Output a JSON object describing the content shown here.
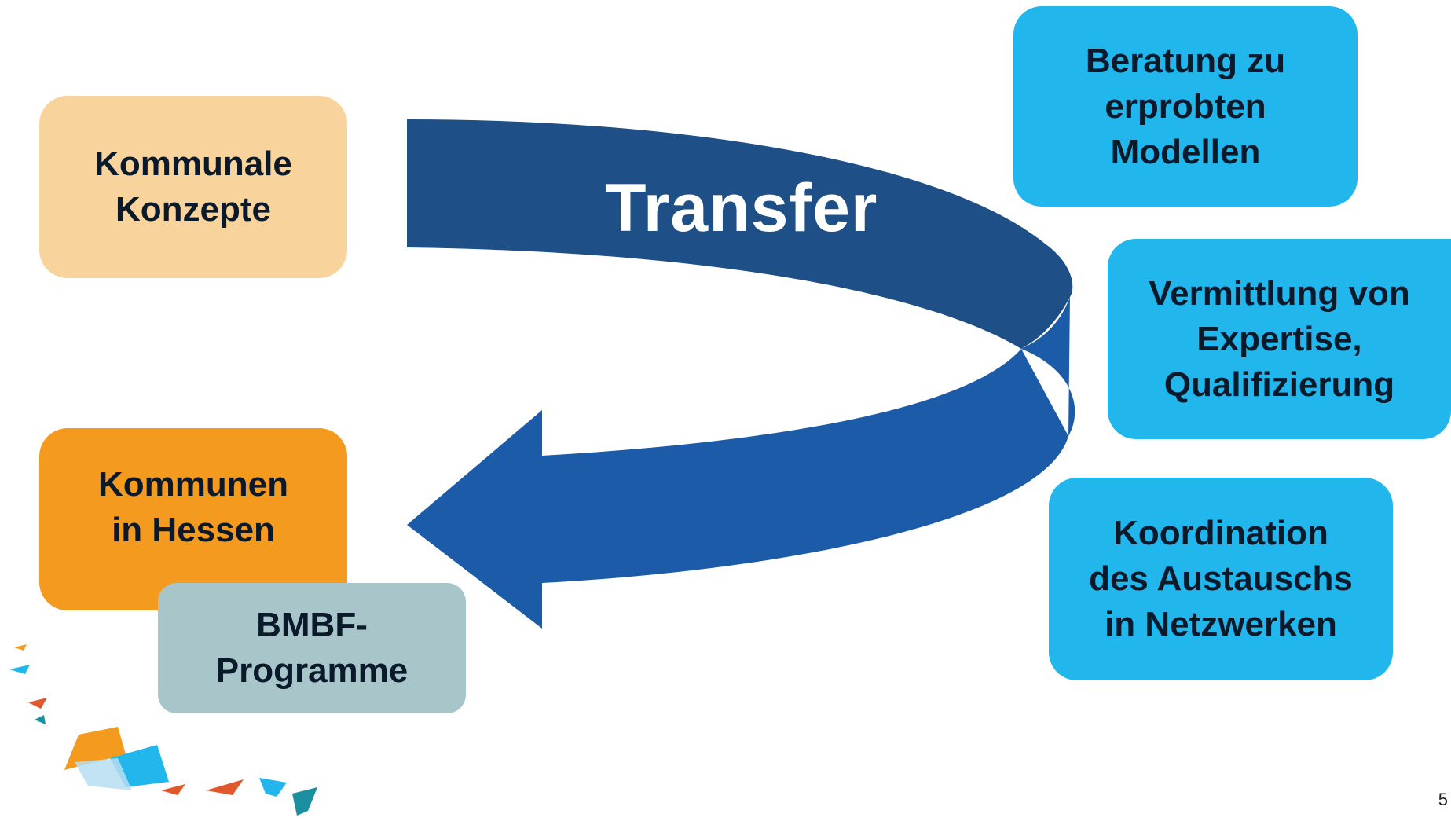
{
  "diagram": {
    "center_label": "Transfer",
    "left_boxes": {
      "concepts": "Kommunale\nKonzepte",
      "municipalities": "Kommunen\nin Hessen",
      "programs": "BMBF-\nProgramme"
    },
    "right_boxes": {
      "consulting": "Beratung zu\nerprobten\nModellen",
      "expertise": "Vermittlung von\nExpertise,\nQualifizierung",
      "coordination": "Koordination\ndes Austauschs\nin Netzwerken"
    }
  },
  "footer": {
    "page_number": "5"
  },
  "colors": {
    "arrow_top": "#1e4f86",
    "arrow_bottom": "#1c5ba7",
    "box_peach": "#f9d39c",
    "box_orange": "#f39a1f",
    "box_gray": "#a8c6ca",
    "box_cyan": "#21b7ec"
  }
}
